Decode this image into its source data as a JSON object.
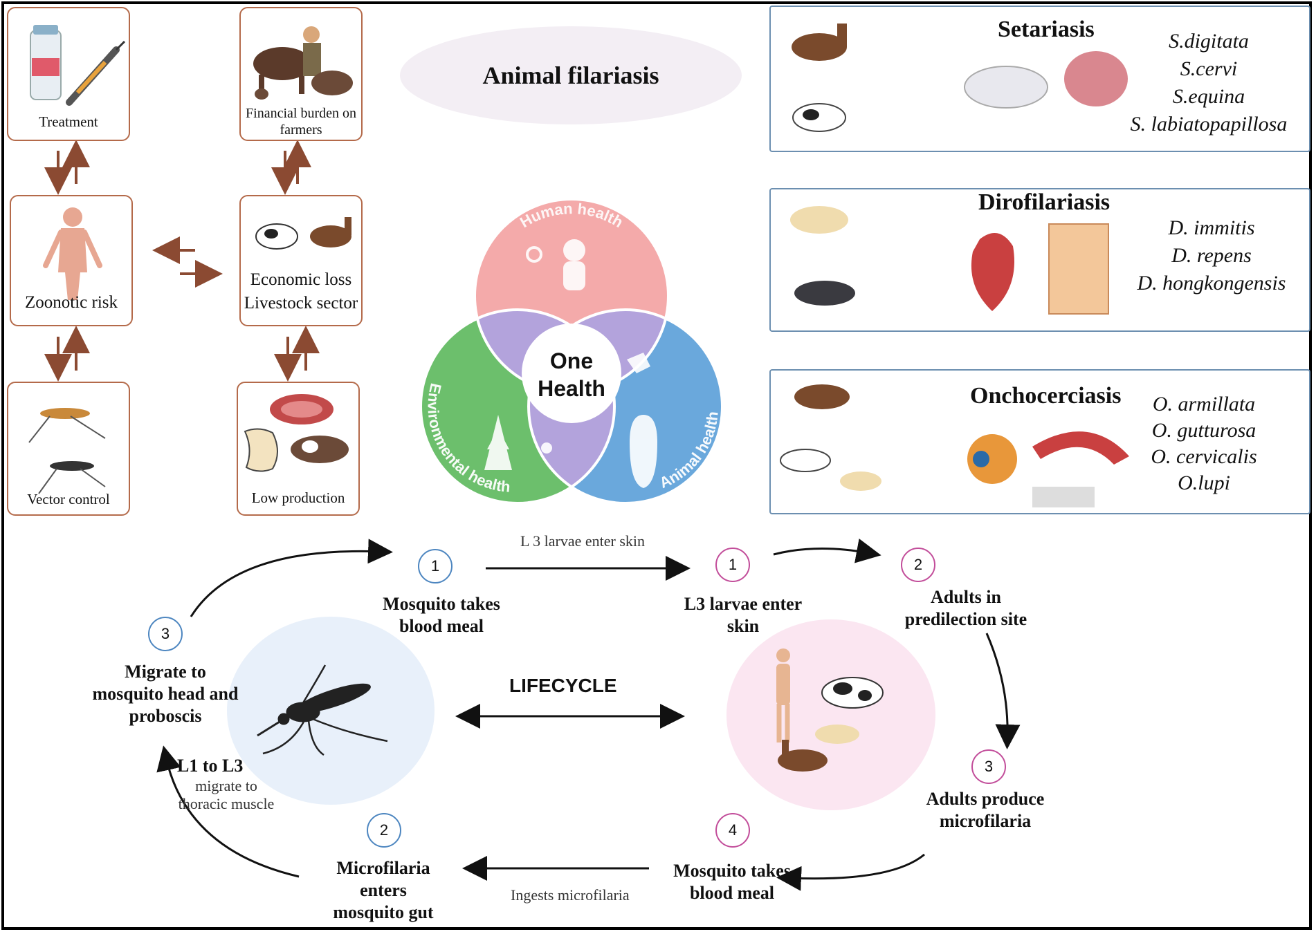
{
  "impacts": {
    "treatment": "Treatment",
    "financial": "Financial burden on farmers",
    "zoonotic": "Zoonotic risk",
    "economic_1": "Economic loss",
    "economic_2": "Livestock sector",
    "vector": "Vector control",
    "low_production": "Low production"
  },
  "header": {
    "title": "Animal filariasis"
  },
  "one_health": {
    "center_1": "One",
    "center_2": "Health",
    "human": "Human health",
    "environmental": "Environmental health",
    "animal": "Animal health"
  },
  "diseases": [
    {
      "name": "Setariasis",
      "species": [
        "S.digitata",
        "S.cervi",
        "S.equina",
        "S. labiatopapillosa"
      ]
    },
    {
      "name": "Dirofilariasis",
      "species": [
        "D. immitis",
        "D. repens",
        "D. hongkongensis"
      ]
    },
    {
      "name": "Onchocerciasis",
      "species": [
        "O. armillata",
        "O. gutturosa",
        "O. cervicalis",
        "O.lupi"
      ]
    }
  ],
  "lifecycle": {
    "center_label": "LIFECYCLE",
    "top_arrow_label": "L 3 larvae enter skin",
    "bottom_arrow_label": "Ingests microfilaria",
    "mosquito_steps": [
      {
        "num": "1",
        "text_1": "Mosquito takes",
        "text_2": "blood meal"
      },
      {
        "num": "2",
        "text_1": "Microfilaria",
        "text_2": "enters",
        "text_3": "mosquito gut"
      },
      {
        "num": "3",
        "text_1": "Migrate to",
        "text_2": "mosquito head and",
        "text_3": "proboscis"
      }
    ],
    "l1_l3": "L1 to L3",
    "l1_l3_sub_1": "migrate to",
    "l1_l3_sub_2": "thoracic muscle",
    "host_steps": [
      {
        "num": "1",
        "text_1": "L3 larvae enter",
        "text_2": "skin"
      },
      {
        "num": "2",
        "text_1": "Adults in",
        "text_2": "predilection site"
      },
      {
        "num": "3",
        "text_1": "Adults produce",
        "text_2": "microfilaria"
      },
      {
        "num": "4",
        "text_1": "Mosquito takes",
        "text_2": "blood meal"
      }
    ]
  },
  "colors": {
    "box_border": "#b46a4a",
    "arrow_brown": "#8b4a32",
    "disease_border": "#6c8fb0",
    "human_circle": "#f4aaaa",
    "environment_circle": "#6cbf6c",
    "animal_circle": "#6aa8dc",
    "overlap": "#b3a3dc",
    "mosquito_step": "#4d86c0",
    "host_step": "#c24d9a"
  }
}
